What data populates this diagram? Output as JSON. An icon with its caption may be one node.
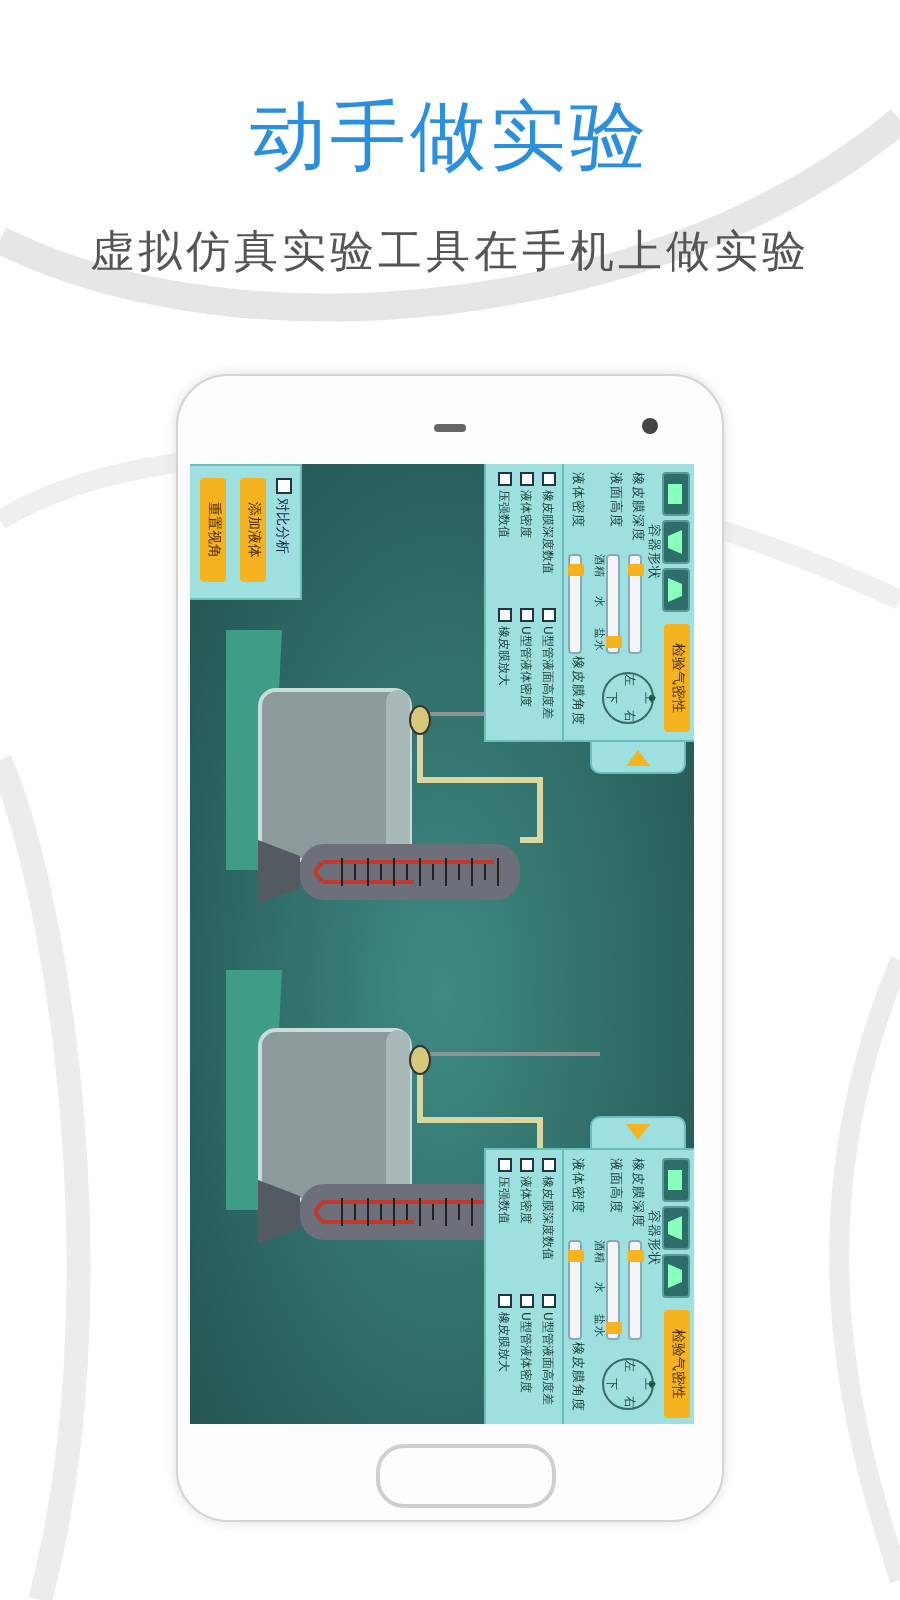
{
  "diagram": {
    "title": "动手做实验",
    "labels": [
      "虚拟仿真实验工具在手机上做实验",
      "对比分析",
      "添加液体",
      "重置视角",
      "检验气密性",
      "容器形状",
      "橡皮膜深度",
      "液面高度",
      "液体密度",
      "酒精",
      "水",
      "盐水",
      "橡皮膜角度",
      "上",
      "下",
      "左",
      "右",
      "橡皮膜深度数值",
      "U型管液面高度差",
      "液体密度",
      "U型管液体密度",
      "压强数值",
      "橡皮膜放大",
      "检验气密性",
      "容器形状",
      "橡皮膜深度",
      "液面高度",
      "液体密度",
      "酒精",
      "水",
      "盐水",
      "橡皮膜角度",
      "上",
      "下",
      "左",
      "右",
      "橡皮膜深度数值",
      "U型管液面高度差",
      "液体密度",
      "U型管液体密度",
      "压强数值",
      "橡皮膜放大"
    ]
  }
}
